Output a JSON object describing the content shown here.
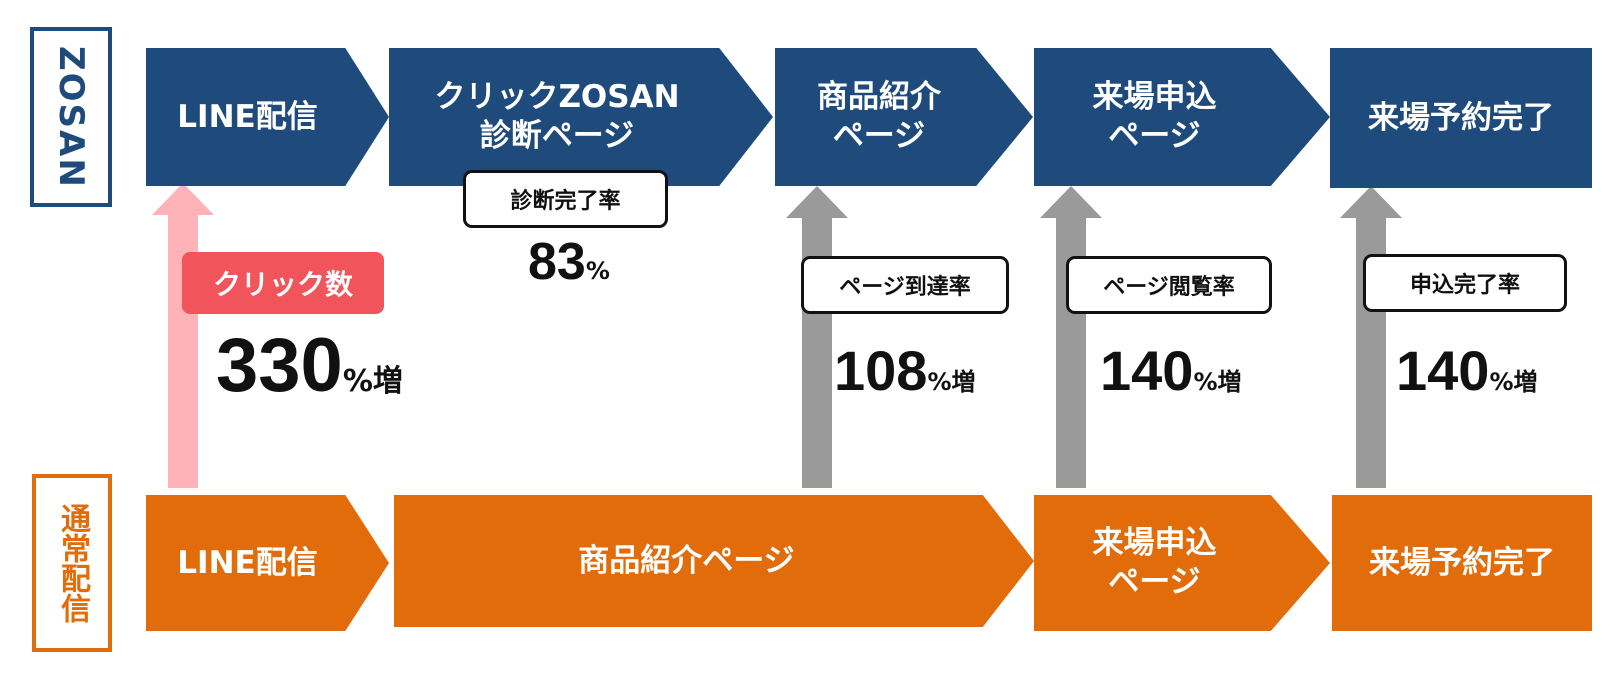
{
  "rows": {
    "zosan_label": "ZOSAN",
    "normal_label": "通常配信"
  },
  "zosan_steps": [
    {
      "label": "LINE配信"
    },
    {
      "label": "クリックZOSAN\n診断ページ"
    },
    {
      "label": "商品紹介\nページ"
    },
    {
      "label": "来場申込\nページ"
    },
    {
      "label": "来場予約完了"
    }
  ],
  "normal_steps": [
    {
      "label": "LINE配信"
    },
    {
      "label": "商品紹介ページ"
    },
    {
      "label": "来場申込\nページ"
    },
    {
      "label": "来場予約完了"
    }
  ],
  "metrics": {
    "clicks": {
      "label": "クリック数",
      "value": "330",
      "suffix": "%増"
    },
    "diagnosis": {
      "label": "診断完了率",
      "value": "83",
      "suffix": "%"
    },
    "page_reach": {
      "label": "ページ到達率",
      "value": "108",
      "suffix": "%増"
    },
    "page_view": {
      "label": "ページ閲覧率",
      "value": "140",
      "suffix": "%増"
    },
    "apply_complete": {
      "label": "申込完了率",
      "value": "140",
      "suffix": "%増"
    }
  },
  "colors": {
    "zosan_blue": "#1f4a7c",
    "normal_orange": "#e36c0a",
    "click_arrow_pink": "#ffb3b8",
    "gray_arrow": "#9a9a9a",
    "click_badge_red": "#f2545b"
  }
}
